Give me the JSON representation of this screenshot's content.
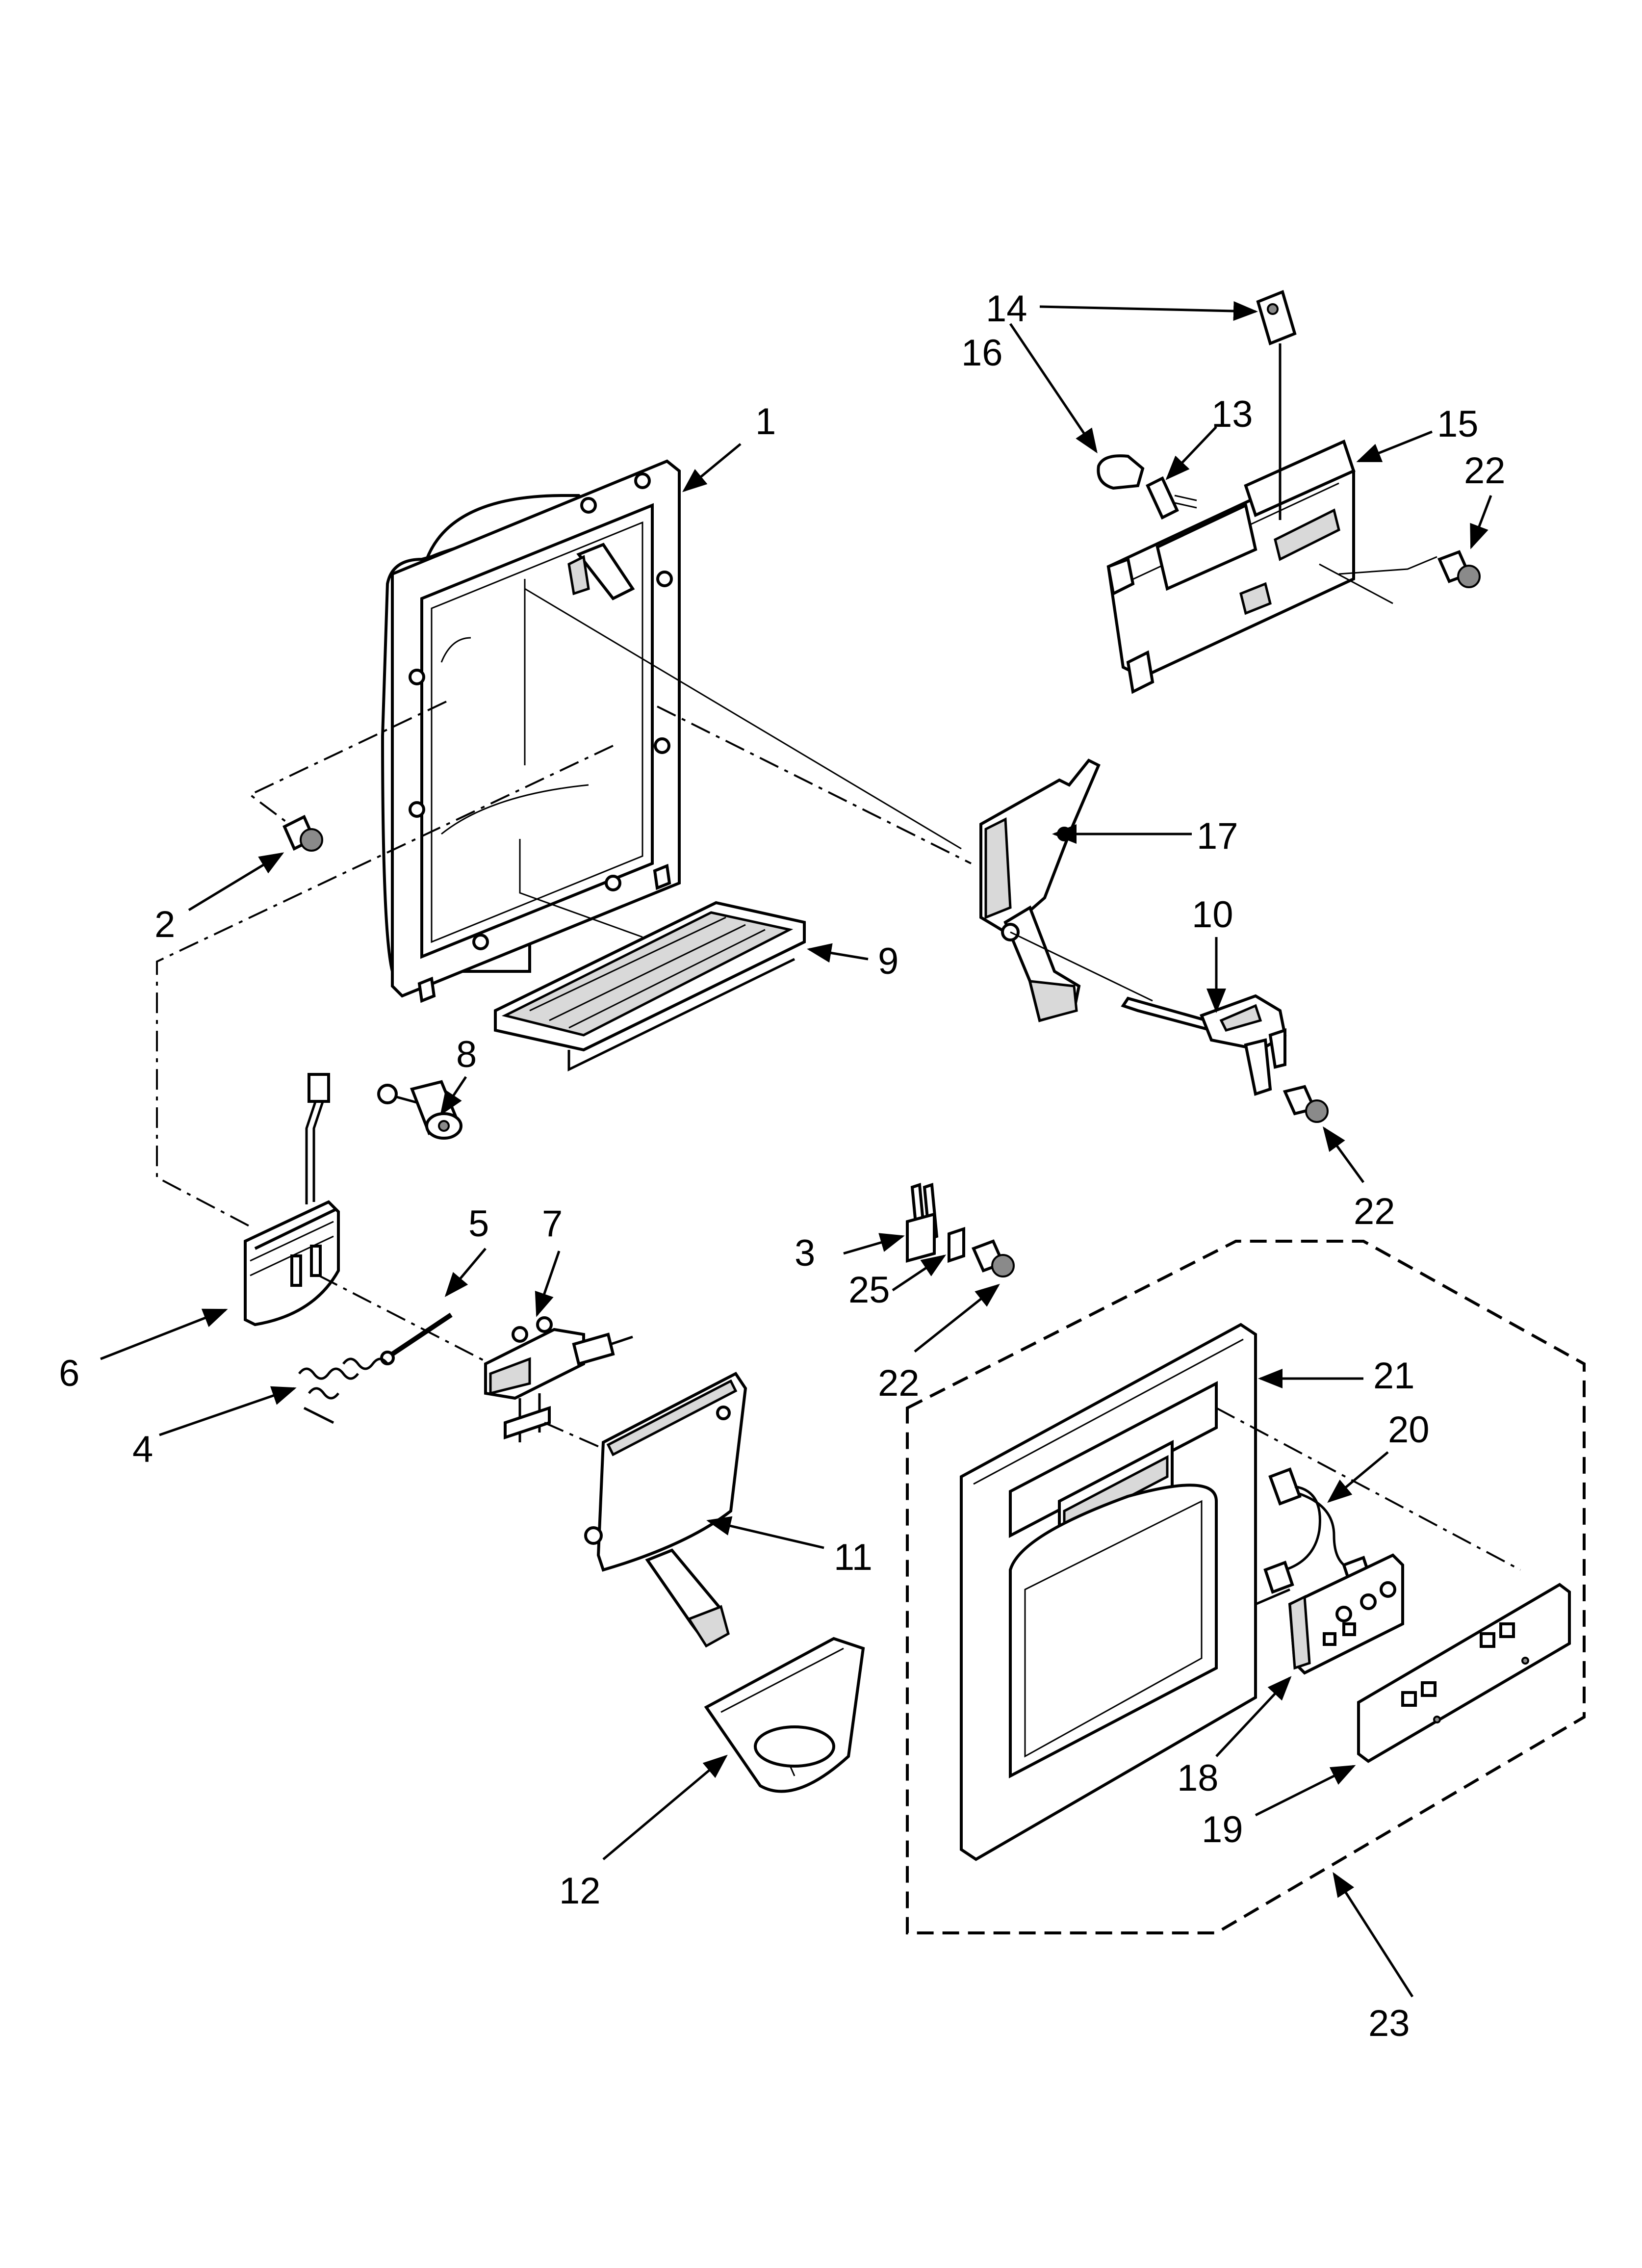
{
  "callouts": [
    {
      "id": "c1",
      "label": "1"
    },
    {
      "id": "c2",
      "label": "2"
    },
    {
      "id": "c3",
      "label": "3"
    },
    {
      "id": "c4",
      "label": "4"
    },
    {
      "id": "c5",
      "label": "5"
    },
    {
      "id": "c6",
      "label": "6"
    },
    {
      "id": "c7",
      "label": "7"
    },
    {
      "id": "c8",
      "label": "8"
    },
    {
      "id": "c9",
      "label": "9"
    },
    {
      "id": "c10",
      "label": "10"
    },
    {
      "id": "c11",
      "label": "11"
    },
    {
      "id": "c12",
      "label": "12"
    },
    {
      "id": "c13",
      "label": "13"
    },
    {
      "id": "c14",
      "label": "14"
    },
    {
      "id": "c15",
      "label": "15"
    },
    {
      "id": "c16",
      "label": "16"
    },
    {
      "id": "c17",
      "label": "17"
    },
    {
      "id": "c18",
      "label": "18"
    },
    {
      "id": "c19",
      "label": "19"
    },
    {
      "id": "c20",
      "label": "20"
    },
    {
      "id": "c21",
      "label": "21"
    },
    {
      "id": "c22a",
      "label": "22"
    },
    {
      "id": "c22b",
      "label": "22"
    },
    {
      "id": "c22c",
      "label": "22"
    },
    {
      "id": "c23",
      "label": "23"
    },
    {
      "id": "c25",
      "label": "25"
    }
  ]
}
